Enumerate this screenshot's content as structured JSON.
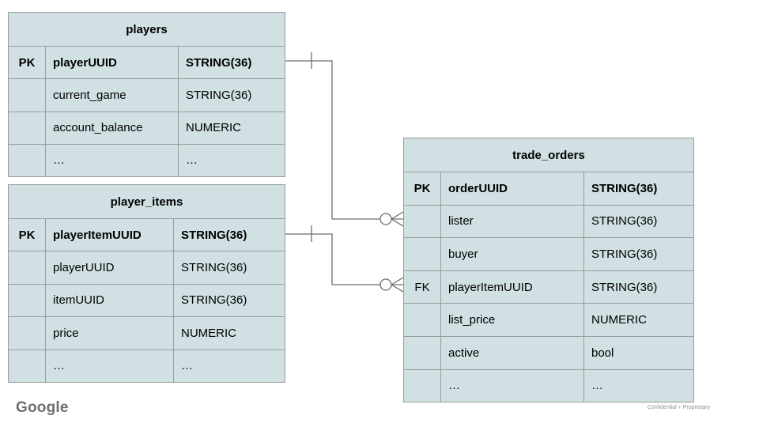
{
  "slide": {
    "logo_text": "Google",
    "confidentiality_note": "Confidential + Proprietary"
  },
  "colors": {
    "table_fill": "#d0e0e3",
    "table_border": "#999c9c",
    "relationship_line": "#6e6e6e",
    "text": "#000000",
    "footer_text": "#8d8d8d"
  },
  "erd": {
    "tables": [
      {
        "title": "players",
        "rows": [
          {
            "key": "PK",
            "name": "playerUUID",
            "type": "STRING(36)"
          },
          {
            "key": "",
            "name": "current_game",
            "type": "STRING(36)"
          },
          {
            "key": "",
            "name": "account_balance",
            "type": "NUMERIC"
          },
          {
            "key": "",
            "name": "…",
            "type": "…"
          }
        ]
      },
      {
        "title": "player_items",
        "rows": [
          {
            "key": "PK",
            "name": "playerItemUUID",
            "type": "STRING(36)"
          },
          {
            "key": "",
            "name": "playerUUID",
            "type": "STRING(36)"
          },
          {
            "key": "",
            "name": "itemUUID",
            "type": "STRING(36)"
          },
          {
            "key": "",
            "name": "price",
            "type": "NUMERIC"
          },
          {
            "key": "",
            "name": "…",
            "type": "…"
          }
        ]
      },
      {
        "title": "trade_orders",
        "rows": [
          {
            "key": "PK",
            "name": "orderUUID",
            "type": "STRING(36)"
          },
          {
            "key": "",
            "name": "lister",
            "type": "STRING(36)"
          },
          {
            "key": "",
            "name": "buyer",
            "type": "STRING(36)"
          },
          {
            "key": "FK",
            "name": "playerItemUUID",
            "type": "STRING(36)"
          },
          {
            "key": "",
            "name": "list_price",
            "type": "NUMERIC"
          },
          {
            "key": "",
            "name": "active",
            "type": "bool"
          },
          {
            "key": "",
            "name": "…",
            "type": "…"
          }
        ]
      }
    ],
    "relationships": [
      {
        "from": "players.playerUUID",
        "to": "trade_orders.lister",
        "from_cardinality": "one",
        "to_cardinality": "zero-or-many"
      },
      {
        "from": "player_items.playerItemUUID",
        "to": "trade_orders.playerItemUUID",
        "from_cardinality": "one",
        "to_cardinality": "zero-or-many"
      }
    ]
  }
}
